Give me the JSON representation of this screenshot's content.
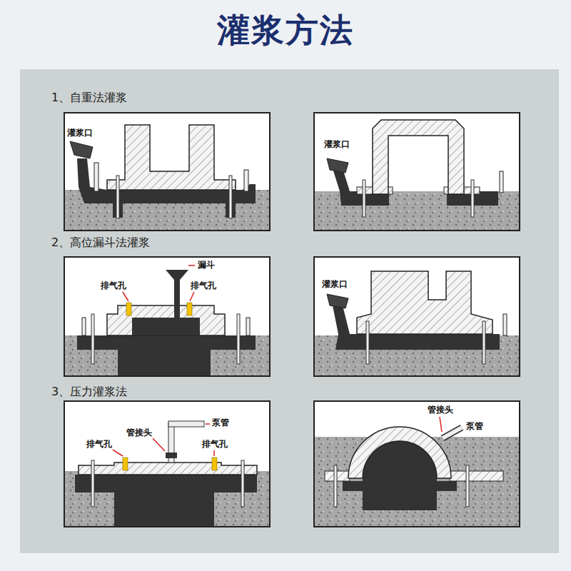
{
  "diagram": {
    "title": "灌浆方法",
    "labels": [
      "1、自重法灌浆",
      "灌浆口",
      "灌浆口",
      "2、高位漏斗法灌浆",
      "漏斗",
      "排气孔",
      "排气孔",
      "灌浆口",
      "3、压力灌浆法",
      "泵管",
      "排气孔",
      "管接头",
      "排气孔",
      "管接头",
      "泵管"
    ]
  }
}
